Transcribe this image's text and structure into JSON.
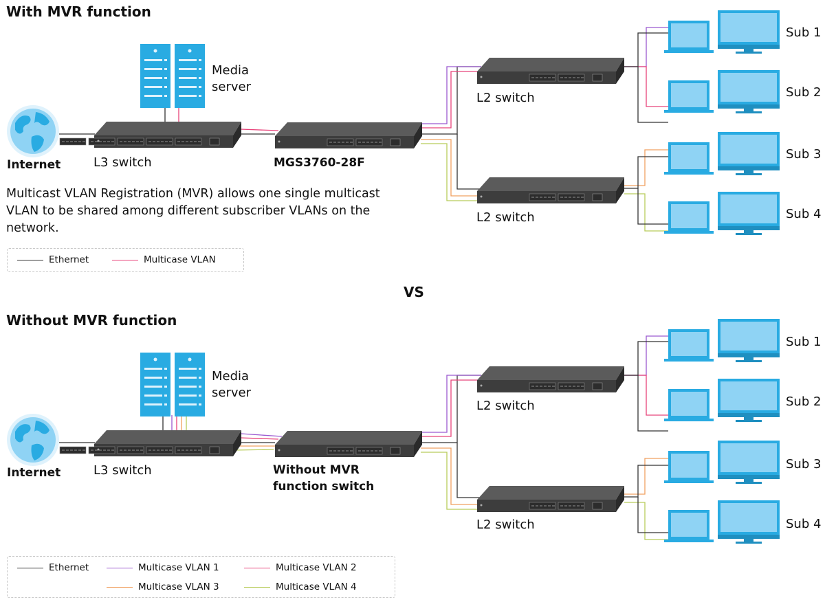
{
  "top": {
    "heading": "With MVR function",
    "media_server": "Media\nserver",
    "media_line1": "Media",
    "media_line2": "server",
    "internet": "Internet",
    "l3": "L3 switch",
    "center": "MGS3760-28F",
    "l2a": "L2 switch",
    "l2b": "L2 switch",
    "sub1": "Sub 1",
    "sub2": "Sub 2",
    "sub3": "Sub 3",
    "sub4": "Sub 4",
    "description": "Multicast VLAN Registration (MVR) allows one single multicast VLAN to be shared among different subscriber VLANs on the network.",
    "legend": [
      {
        "label": "Ethernet",
        "color": "#333333"
      },
      {
        "label": "Multicase VLAN",
        "color": "#e8437a"
      }
    ]
  },
  "vs": "VS",
  "bottom": {
    "heading": "Without MVR function",
    "media_line1": "Media",
    "media_line2": "server",
    "internet": "Internet",
    "l3": "L3 switch",
    "center_line1": "Without MVR",
    "center_line2": "function switch",
    "l2a": "L2 switch",
    "l2b": "L2 switch",
    "sub1": "Sub 1",
    "sub2": "Sub 2",
    "sub3": "Sub 3",
    "sub4": "Sub 4",
    "legend": [
      {
        "label": "Ethernet",
        "color": "#333333"
      },
      {
        "label": "Multicase VLAN 1",
        "color": "#9b59d0"
      },
      {
        "label": "Multicase VLAN 2",
        "color": "#e8437a"
      },
      {
        "label": "Multicase VLAN 3",
        "color": "#f0a060"
      },
      {
        "label": "Multicase VLAN 4",
        "color": "#b8cc5a"
      }
    ]
  },
  "colors": {
    "ethernet": "#333333",
    "vlan1": "#9b59d0",
    "vlan2": "#e8437a",
    "vlan3": "#f0a060",
    "vlan4": "#b8cc5a",
    "device_blue": "#29abe2",
    "switch_dark": "#3d3d3d"
  },
  "icons": [
    "globe-icon",
    "server-icon",
    "switch-icon",
    "laptop-icon",
    "monitor-icon"
  ]
}
